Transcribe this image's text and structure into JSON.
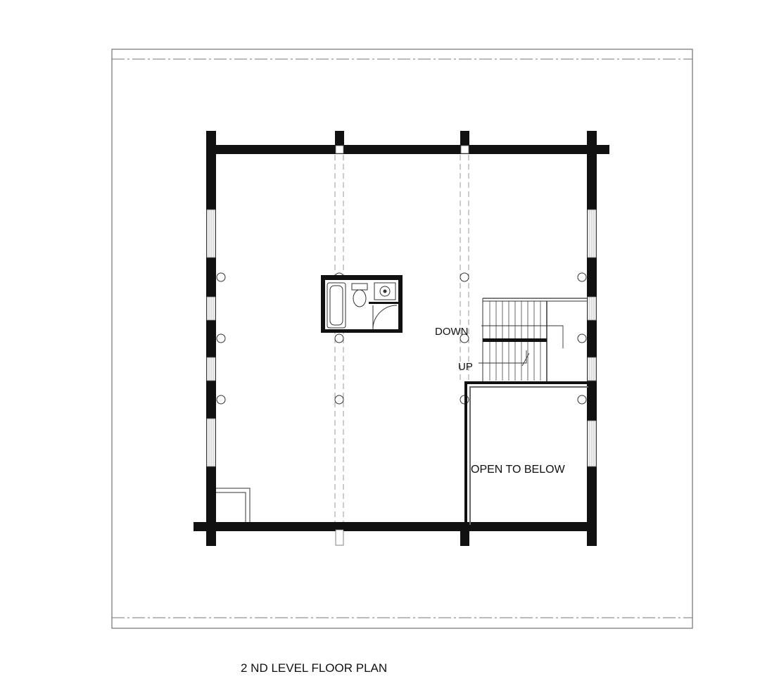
{
  "labels": {
    "down": "DOWN",
    "up": "UP",
    "open_to_below": "OPEN TO BELOW",
    "plan_title": "2 ND LEVEL FLOOR PLAN"
  },
  "colors": {
    "wall": "#111111",
    "line": "#333333",
    "dash": "#888888",
    "background": "#ffffff"
  },
  "icons": [
    "toilet-icon",
    "sink-icon",
    "bathtub-icon"
  ]
}
